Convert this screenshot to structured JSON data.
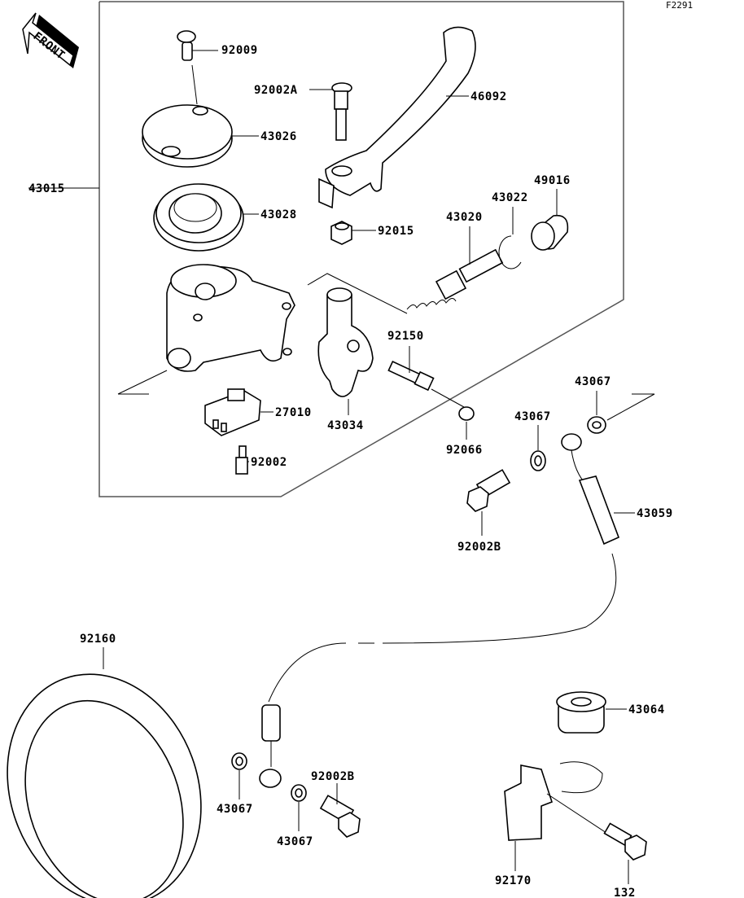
{
  "diagram_code": "F2291",
  "front_arrow": {
    "label": "FRONT"
  },
  "parts": [
    {
      "id": "p92009",
      "number": "92009"
    },
    {
      "id": "p92002A",
      "number": "92002A"
    },
    {
      "id": "p46092",
      "number": "46092"
    },
    {
      "id": "p43026",
      "number": "43026"
    },
    {
      "id": "p43015",
      "number": "43015"
    },
    {
      "id": "p49016",
      "number": "49016"
    },
    {
      "id": "p43022",
      "number": "43022"
    },
    {
      "id": "p43028",
      "number": "43028"
    },
    {
      "id": "p43020",
      "number": "43020"
    },
    {
      "id": "p92015",
      "number": "92015"
    },
    {
      "id": "p92150",
      "number": "92150"
    },
    {
      "id": "p43067a",
      "number": "43067"
    },
    {
      "id": "p27010",
      "number": "27010"
    },
    {
      "id": "p43067b",
      "number": "43067"
    },
    {
      "id": "p43034",
      "number": "43034"
    },
    {
      "id": "p92066",
      "number": "92066"
    },
    {
      "id": "p92002",
      "number": "92002"
    },
    {
      "id": "p43059",
      "number": "43059"
    },
    {
      "id": "p92002Ba",
      "number": "92002B"
    },
    {
      "id": "p92160",
      "number": "92160"
    },
    {
      "id": "p43064",
      "number": "43064"
    },
    {
      "id": "p92002Bb",
      "number": "92002B"
    },
    {
      "id": "p43067c",
      "number": "43067"
    },
    {
      "id": "p43067d",
      "number": "43067"
    },
    {
      "id": "p92170",
      "number": "92170"
    },
    {
      "id": "p132",
      "number": "132"
    }
  ]
}
